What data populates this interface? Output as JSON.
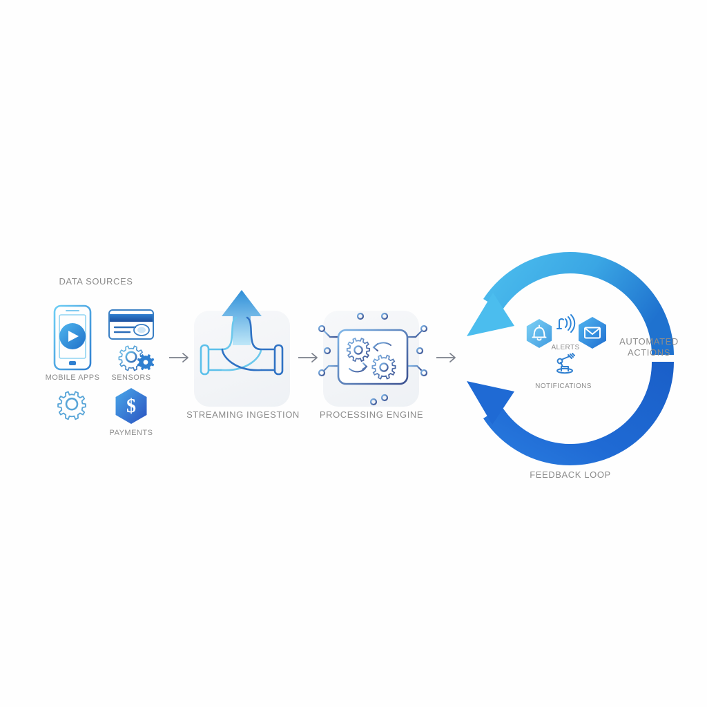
{
  "diagram": {
    "title_present": false,
    "background_color": "#fefefe",
    "stages": [
      {
        "id": "data-sources",
        "label": "DATA SOURCES",
        "items": [
          {
            "id": "mobile-apps",
            "label": "MOBILE APPS",
            "icon": "smartphone-play-icon"
          },
          {
            "id": "sensors",
            "label": "SENSORS",
            "icon": "gears-icon"
          },
          {
            "id": "payments",
            "label": "PAYMENTS",
            "icon": "hexagon-dollar-icon"
          },
          {
            "id": "credit-card",
            "label": "",
            "icon": "credit-card-icon"
          },
          {
            "id": "settings-gear",
            "label": "",
            "icon": "gear-outline-icon"
          }
        ]
      },
      {
        "id": "streaming-ingestion",
        "label": "STREAMING INGESTION",
        "icon": "pipe-junction-arrow-icon"
      },
      {
        "id": "processing-engine",
        "label": "PROCESSING ENGINE",
        "icon": "cpu-chip-gears-icon"
      }
    ],
    "connectors": [
      {
        "id": "arrow-sources-to-ingestion",
        "icon": "arrow-right-icon"
      },
      {
        "id": "arrow-ingestion-to-processing",
        "icon": "arrow-right-icon"
      },
      {
        "id": "arrow-processing-to-loop",
        "icon": "arrow-right-icon"
      }
    ],
    "loop": {
      "id": "feedback-loop",
      "label": "FEEDBACK LOOP",
      "side_label_line1": "AUTOMATED",
      "side_label_line2": "ACTIONS",
      "arrow_top_color": "#3DAEE8",
      "arrow_bottom_color": "#1A63D0",
      "inner_items": [
        {
          "id": "alerts",
          "label": "ALERTS",
          "icon": "bell-hexagon-icon"
        },
        {
          "id": "broadcast",
          "label": "",
          "icon": "signal-broadcast-icon"
        },
        {
          "id": "email",
          "label": "",
          "icon": "envelope-hexagon-icon"
        },
        {
          "id": "notifications",
          "label": "NOTIFICATIONS",
          "icon": "robot-arm-icon"
        }
      ]
    },
    "colors": {
      "label_text": "#8c8c8c",
      "connector_arrow": "#7a7f8a",
      "light_blue": "#5ec8f0",
      "mid_blue": "#2b8fd8",
      "deep_blue": "#1552b8",
      "outline_blue": "#4a6fa8"
    }
  }
}
